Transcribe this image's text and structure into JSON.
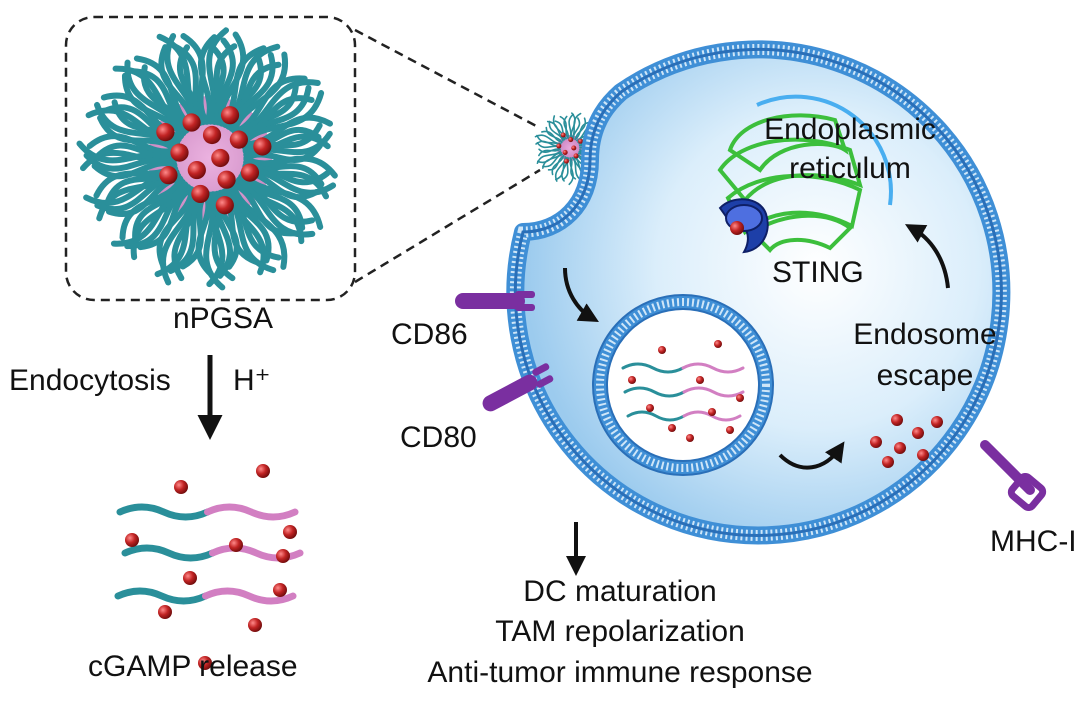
{
  "labels": {
    "nanoparticle": "nPGSA",
    "endocytosis": "Endocytosis",
    "proton": "H⁺",
    "release": "cGAMP release",
    "cd86": "CD86",
    "cd80": "CD80",
    "er_line1": "Endoplasmic",
    "er_line2": "reticulum",
    "sting": "STING",
    "escape_line1": "Endosome",
    "escape_line2": "escape",
    "mhc": "MHC-I",
    "outcome1": "DC maturation",
    "outcome2": "TAM repolarization",
    "outcome3": "Anti-tumor immune response"
  },
  "colors": {
    "membrane": "#3f8fd6",
    "membrane_dark": "#2a6fb8",
    "cytoplasm": "#cfe6f8",
    "polymer_teal": "#2a8f9a",
    "polymer_pink": "#d27fc2",
    "cgamp_red": "#b01e1e",
    "er_green": "#3cbf3c",
    "sting_blue": "#1d3fa8",
    "receptor_purple": "#7a2fa0"
  }
}
